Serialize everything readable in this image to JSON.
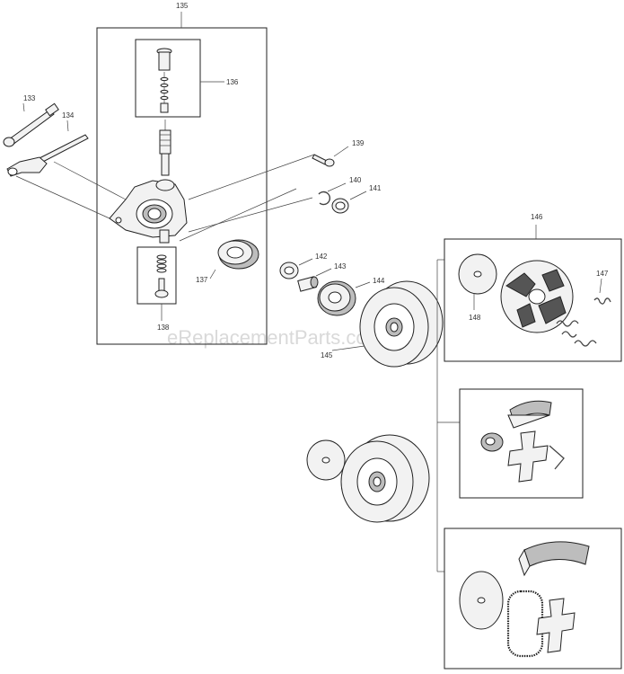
{
  "watermark": "eReplacementParts.com",
  "callouts": {
    "p133": "133",
    "p134": "134",
    "p135": "135",
    "p136": "136",
    "p137": "137",
    "p138": "138",
    "p139": "139",
    "p140": "140",
    "p141": "141",
    "p142": "142",
    "p143": "143",
    "p144": "144",
    "p145": "145",
    "p146": "146",
    "p147": "147",
    "p148": "148"
  }
}
